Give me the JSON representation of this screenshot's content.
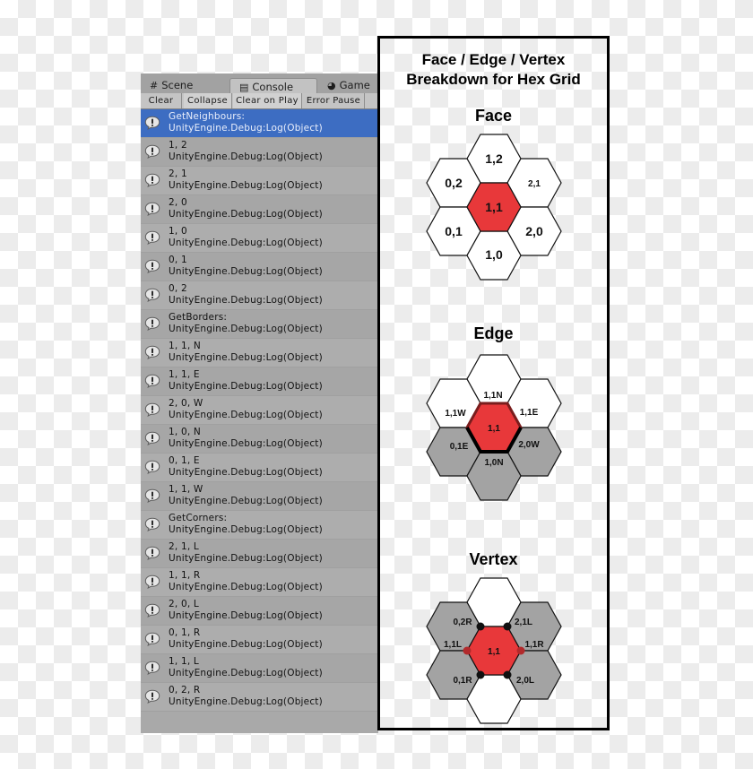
{
  "console_window": {
    "tabs": [
      {
        "label": "Scene",
        "icon": "scene-grid-icon",
        "active": false
      },
      {
        "label": "Console",
        "icon": "console-doc-icon",
        "active": true
      },
      {
        "label": "Game",
        "icon": "game-pacman-icon",
        "active": false
      }
    ],
    "toolbar": {
      "clear": "Clear",
      "collapse": "Collapse",
      "clear_on_play": "Clear on Play",
      "error_pause": "Error Pause"
    },
    "entries": [
      {
        "line1": "GetNeighbours:",
        "line2": "UnityEngine.Debug:Log(Object)",
        "selected": true
      },
      {
        "line1": "1, 2",
        "line2": "UnityEngine.Debug:Log(Object)"
      },
      {
        "line1": "2, 1",
        "line2": "UnityEngine.Debug:Log(Object)"
      },
      {
        "line1": "2, 0",
        "line2": "UnityEngine.Debug:Log(Object)"
      },
      {
        "line1": "1, 0",
        "line2": "UnityEngine.Debug:Log(Object)"
      },
      {
        "line1": "0, 1",
        "line2": "UnityEngine.Debug:Log(Object)"
      },
      {
        "line1": "0, 2",
        "line2": "UnityEngine.Debug:Log(Object)"
      },
      {
        "line1": "GetBorders:",
        "line2": "UnityEngine.Debug:Log(Object)"
      },
      {
        "line1": "1, 1, N",
        "line2": "UnityEngine.Debug:Log(Object)"
      },
      {
        "line1": "1, 1, E",
        "line2": "UnityEngine.Debug:Log(Object)"
      },
      {
        "line1": "2, 0, W",
        "line2": "UnityEngine.Debug:Log(Object)"
      },
      {
        "line1": "1, 0, N",
        "line2": "UnityEngine.Debug:Log(Object)"
      },
      {
        "line1": "0, 1, E",
        "line2": "UnityEngine.Debug:Log(Object)"
      },
      {
        "line1": "1, 1, W",
        "line2": "UnityEngine.Debug:Log(Object)"
      },
      {
        "line1": "GetCorners:",
        "line2": "UnityEngine.Debug:Log(Object)"
      },
      {
        "line1": "2, 1, L",
        "line2": "UnityEngine.Debug:Log(Object)"
      },
      {
        "line1": "1, 1, R",
        "line2": "UnityEngine.Debug:Log(Object)"
      },
      {
        "line1": "2, 0, L",
        "line2": "UnityEngine.Debug:Log(Object)"
      },
      {
        "line1": "0, 1, R",
        "line2": "UnityEngine.Debug:Log(Object)"
      },
      {
        "line1": "1, 1, L",
        "line2": "UnityEngine.Debug:Log(Object)"
      },
      {
        "line1": "0, 2, R",
        "line2": "UnityEngine.Debug:Log(Object)"
      }
    ],
    "colors": {
      "selected_row": "#3d6dc2",
      "panel_bg": "#a9a9a9"
    }
  },
  "diagram_panel": {
    "title_line1": "Face / Edge / Vertex",
    "title_line2": "Breakdown for Hex Grid",
    "colors": {
      "highlight": "#e8383a",
      "neighbor_gray": "#a3a3a3",
      "empty": "#ffffff"
    },
    "face": {
      "heading": "Face",
      "center": "1,1",
      "cells": [
        {
          "label": "1,2",
          "pos": "top",
          "fill": "white"
        },
        {
          "label": "0,2",
          "pos": "upper-left",
          "fill": "white"
        },
        {
          "label": "2,1",
          "pos": "upper-right",
          "fill": "white"
        },
        {
          "label": "1,1",
          "pos": "center",
          "fill": "red"
        },
        {
          "label": "0,1",
          "pos": "lower-left",
          "fill": "white"
        },
        {
          "label": "2,0",
          "pos": "lower-right",
          "fill": "white"
        },
        {
          "label": "1,0",
          "pos": "bottom",
          "fill": "white"
        }
      ]
    },
    "edge": {
      "heading": "Edge",
      "center": "1,1",
      "labels": [
        "1,1N",
        "1,1W",
        "1,1E",
        "0,1E",
        "2,0W",
        "1,0N"
      ]
    },
    "vertex": {
      "heading": "Vertex",
      "center": "1,1",
      "labels": [
        "0,2R",
        "2,1L",
        "1,1L",
        "1,1R",
        "0,1R",
        "2,0L"
      ]
    }
  }
}
